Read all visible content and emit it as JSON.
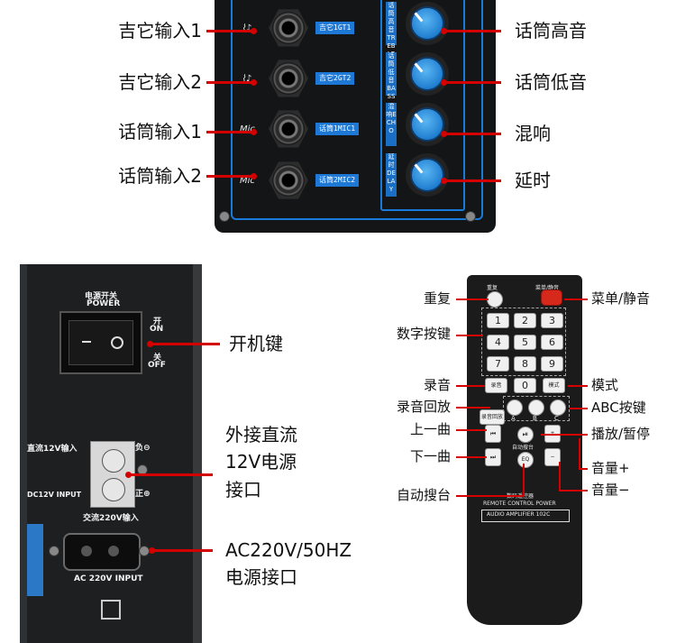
{
  "top_panel": {
    "left_labels": [
      "吉它输入1",
      "吉它输入2",
      "话筒输入1",
      "话筒输入2"
    ],
    "right_labels": [
      "话筒高音",
      "话筒低音",
      "混响",
      "延时"
    ],
    "jack_badges": [
      "吉它1GT1",
      "吉它2GT2",
      "话筒1MIC1",
      "话筒2MIC2"
    ],
    "knob_tags": [
      "话筒高音 TREBLE",
      "话筒低音 BASS",
      "混响ECHO",
      "延时DELAY"
    ],
    "symbols": [
      "Mic",
      "Mic"
    ]
  },
  "power_panel": {
    "switch_title_cn": "电源开关",
    "switch_title_en": "POWER",
    "on_cn": "开",
    "on_en": "ON",
    "off_cn": "关",
    "off_en": "OFF",
    "dc_label_cn": "直流12V输入",
    "dc_label_en": "DC12V INPUT",
    "neg_label": "负⊖",
    "pos_label": "正⊕",
    "ac_label_cn": "交流220V输入",
    "ac_label_en": "AC 220V INPUT",
    "callouts": {
      "power_key": "开机键",
      "dc_line1": "外接直流",
      "dc_line2": "12V电源",
      "dc_line3": "接口",
      "ac_line1": "AC220V/50HZ",
      "ac_line2": "电源接口"
    }
  },
  "remote": {
    "repeat_btn": "重复",
    "menu_btn": "菜单/静音",
    "numbers": [
      "1",
      "2",
      "3",
      "4",
      "5",
      "6",
      "7",
      "8",
      "9",
      "0"
    ],
    "record_btn": "录音",
    "mode_btn": "模式",
    "playback_btn": "录音回放",
    "abc": [
      "A",
      "B",
      "C"
    ],
    "prev_btn": "上一曲",
    "next_btn": "下一曲",
    "auto_search_label": "自动搜台",
    "eq_btn": "EQ",
    "vol_up_btn": "音量+",
    "vol_down_btn": "音量-",
    "brand_cn": "数码遥控器",
    "brand_en1": "REMOTE CONTROL POWER",
    "brand_en2": "AUDIO AMPLIFIER 102C",
    "callouts_left": [
      "重复",
      "数字按键",
      "录音",
      "录音回放",
      "上一曲",
      "下一曲",
      "自动搜台"
    ],
    "callouts_right": [
      "菜单/静音",
      "模式",
      "ABC按键",
      "播放/暂停",
      "音量+",
      "音量−"
    ]
  },
  "colors": {
    "callout_red": "#d40000",
    "panel_blue": "#1a7ad9",
    "menu_red": "#d7281c"
  }
}
